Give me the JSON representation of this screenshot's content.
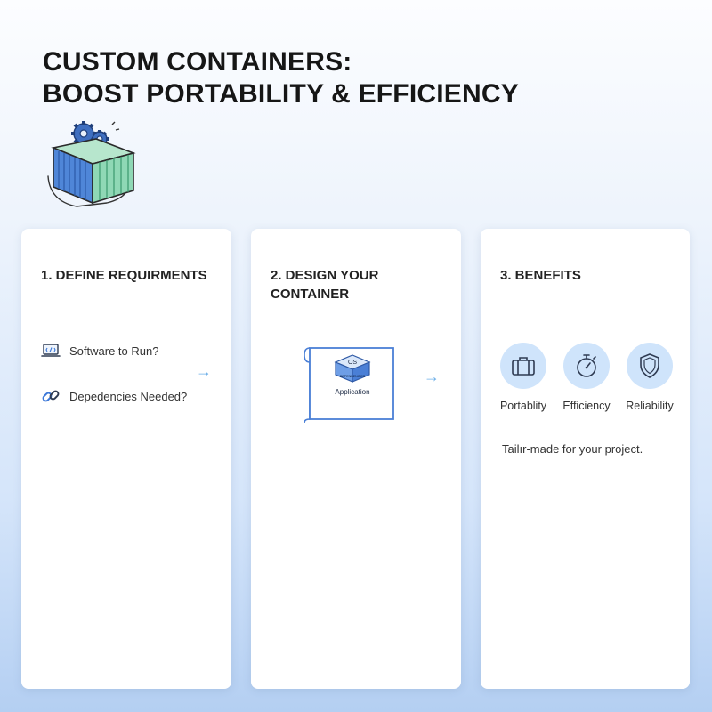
{
  "title": {
    "line1": "CUSTOM CONTAINERS:",
    "line2": "BOOST PORTABILITY & EFFICIENCY"
  },
  "hero": {
    "icon": "shipping-container-with-gears",
    "colors": {
      "body": "#4f86d8",
      "side": "#8fd8b5",
      "gear": "#3f6fc0"
    }
  },
  "steps": [
    {
      "title": "1. DEFINE REQUIRMENTS",
      "items": [
        {
          "icon": "laptop-code-icon",
          "label": "Software to Run?"
        },
        {
          "icon": "link-icon",
          "label": "Depedencies Needed?"
        }
      ],
      "arrow": "→"
    },
    {
      "title": "2. DESIGN YOUR CONTAINER",
      "diagram": {
        "top_label": "OS",
        "middle_label": "DEPENDENCIES",
        "bottom_label": "Application"
      },
      "arrow": "→"
    },
    {
      "title": "3. BENEFITS",
      "benefits": [
        {
          "icon": "luggage-icon",
          "label": "Portablity"
        },
        {
          "icon": "stopwatch-icon",
          "label": "Efficiency"
        },
        {
          "icon": "shield-icon",
          "label": "Reliability"
        }
      ],
      "tagline": "Tailır-made for your project."
    }
  ],
  "colors": {
    "accent": "#4a7fd6",
    "arrow": "#6fb0e8",
    "circle": "#cfe4fb"
  }
}
